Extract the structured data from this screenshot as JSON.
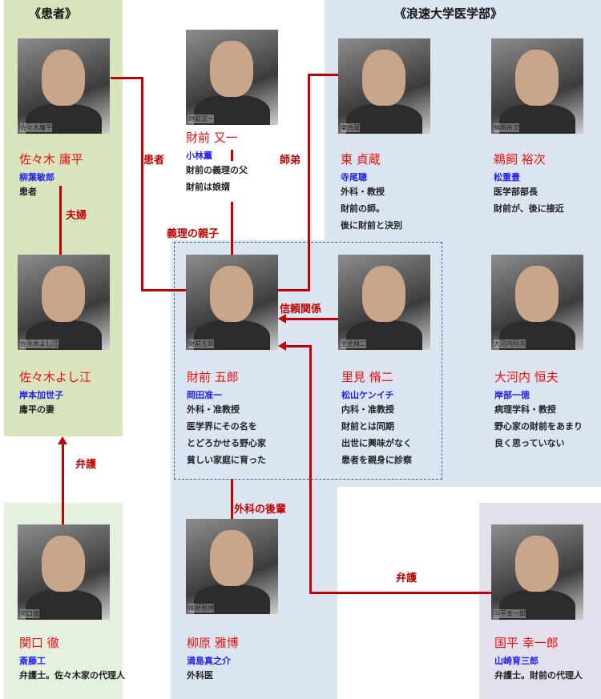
{
  "sections": {
    "patients": "《患者》",
    "university": "《浪速大学医学部》"
  },
  "people": [
    {
      "id": "sasaki-yohei",
      "name": "佐々木 庸平",
      "actor": "柳葉敏郎",
      "desc": [
        "患者"
      ],
      "caption": "佐々木庸平"
    },
    {
      "id": "zaizen-mataichi",
      "name": "財前 又一",
      "actor": "小林薫",
      "desc": [
        "財前の義理の父",
        "財前は娘婿"
      ],
      "caption": "財前又一"
    },
    {
      "id": "azuma-teizo",
      "name": "東 貞蔵",
      "actor": "寺尾聰",
      "desc": [
        "外科・教授",
        "財前の師。",
        "後に財前と決別"
      ],
      "caption": "東貞蔵"
    },
    {
      "id": "ukai-yuji",
      "name": "鵜飼 裕次",
      "actor": "松重豊",
      "desc": [
        "医学部部長",
        "財前が、後に接近"
      ],
      "caption": "鵜飼裕次"
    },
    {
      "id": "sasaki-yoshie",
      "name": "佐々木よし江",
      "actor": "岸本加世子",
      "desc": [
        "庸平の妻"
      ],
      "caption": "佐々木よし江"
    },
    {
      "id": "zaizen-goro",
      "name": "財前 五郎",
      "actor": "岡田准一",
      "desc": [
        "外科・准教授",
        "医学界にその名を",
        "とどろかせる野心家",
        "貧しい家庭に育った"
      ],
      "caption": "財前五郎"
    },
    {
      "id": "satomi-shuji",
      "name": "里見 脩二",
      "actor": "松山ケンイチ",
      "desc": [
        "内科・准教授",
        "財前とは同期",
        "出世に興味がなく",
        "患者を親身に診察"
      ],
      "caption": "里見脩二"
    },
    {
      "id": "okochi-tsuneo",
      "name": "大河内 恒夫",
      "actor": "岸部一徳",
      "desc": [
        "病理学科・教授",
        "野心家の財前をあまり",
        "良く思っていない"
      ],
      "caption": "大河内恒夫"
    },
    {
      "id": "sekiguchi-toru",
      "name": "関口 徹",
      "actor": "斎藤工",
      "desc": [
        "弁護士。佐々木家の代理人"
      ],
      "caption": "関口徹"
    },
    {
      "id": "yanagihara-masahiro",
      "name": "柳原 雅博",
      "actor": "満島真之介",
      "desc": [
        "外科医"
      ],
      "caption": "柳原雅博"
    },
    {
      "id": "kunihira-koichiro",
      "name": "国平 幸一郎",
      "actor": "山崎育三郎",
      "desc": [
        "弁護士。財前の代理人"
      ],
      "caption": "国平幸一郎"
    }
  ],
  "relations": {
    "patient": "患者",
    "mentor": "師弟",
    "spouses": "夫婦",
    "in_law": "義理の親子",
    "trust": "信頼関係",
    "defense1": "弁護",
    "junior": "外科の後輩",
    "defense2": "弁護"
  },
  "colors": {
    "line": "#c00000",
    "name": "#ee1111",
    "actor": "#2222ee",
    "patients_bg": "#d7e4bd",
    "university_bg": "#dbe5f1",
    "lawyer_bg": "#e4dfec"
  }
}
